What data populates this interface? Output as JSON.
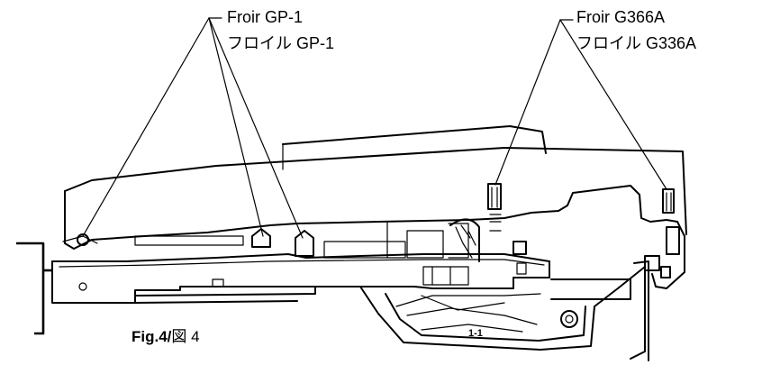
{
  "figure": {
    "caption_en": "Fig.4",
    "caption_sep": "/",
    "caption_ja": "図 4",
    "part_marker": "1-1"
  },
  "callouts": {
    "left": {
      "name_en": "Froir GP-1",
      "name_ja": "フロイル GP-1"
    },
    "right": {
      "name_en": "Froir G366A",
      "name_ja": "フロイル G336A"
    }
  },
  "colors": {
    "ink": "#000000",
    "paper": "#ffffff"
  }
}
